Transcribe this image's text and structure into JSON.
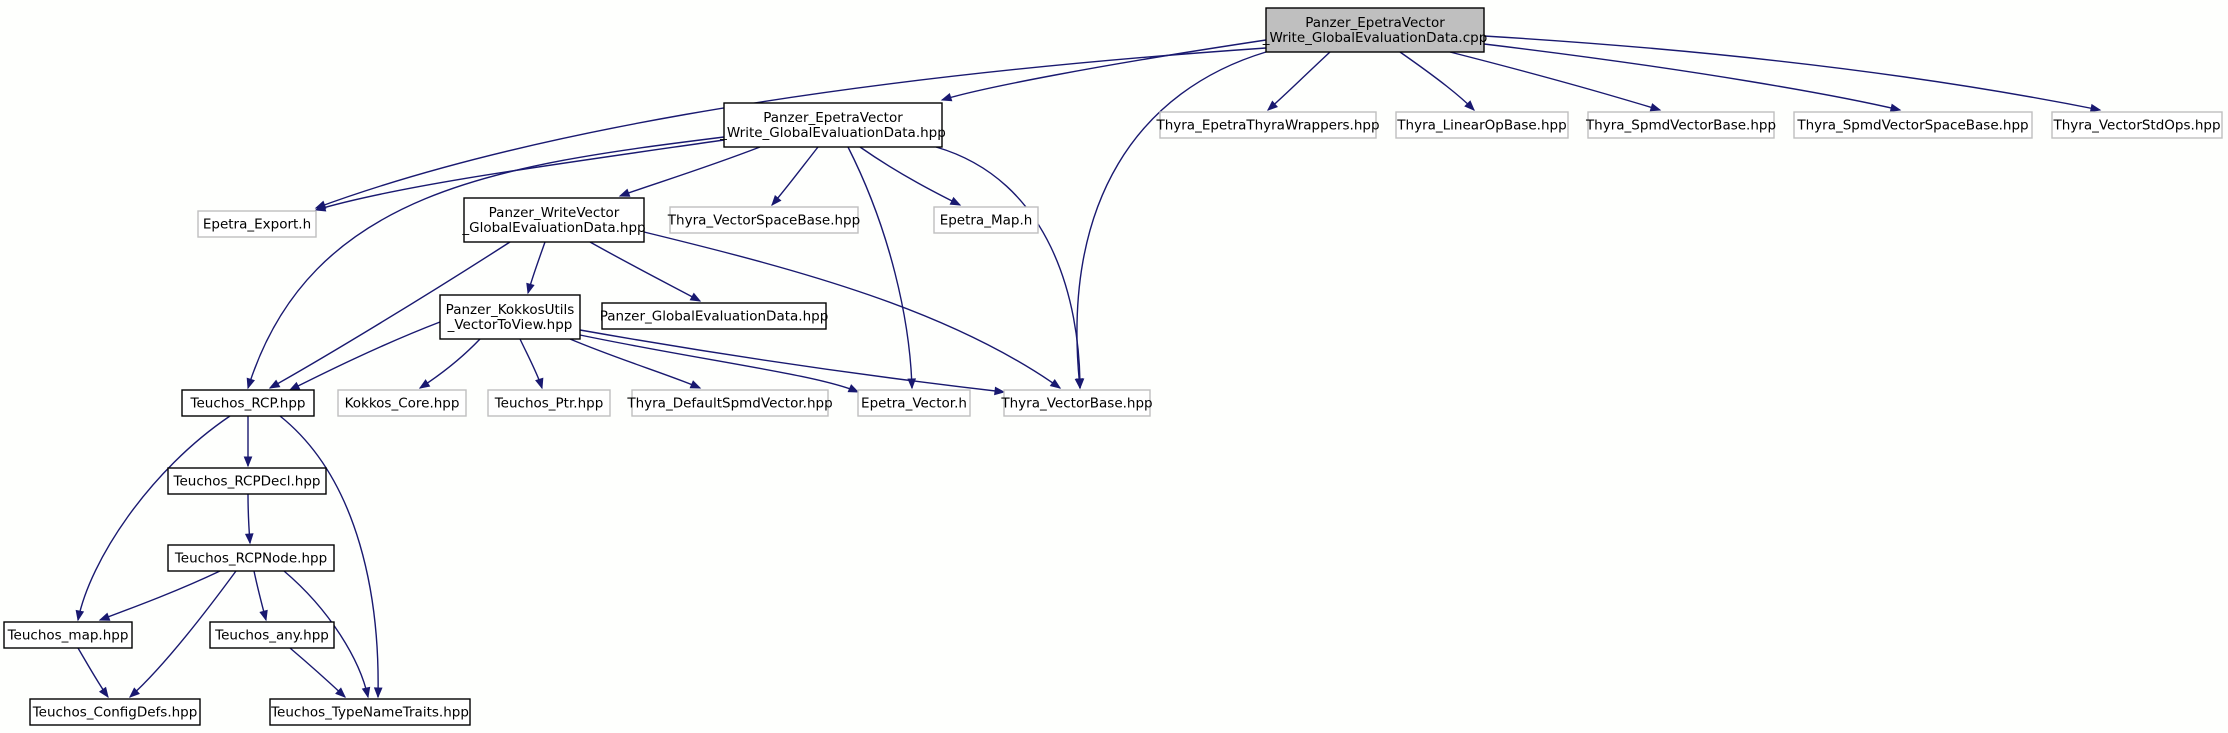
{
  "diagram": {
    "nodes": [
      {
        "id": "root",
        "kind": "root",
        "lines": [
          "Panzer_EpetraVector",
          "_Write_GlobalEvaluationData.cpp"
        ]
      },
      {
        "id": "pevw_hpp",
        "kind": "local",
        "lines": [
          "Panzer_EpetraVector",
          "_Write_GlobalEvaluationData.hpp"
        ]
      },
      {
        "id": "epetra_export",
        "kind": "external",
        "lines": [
          "Epetra_Export.h"
        ]
      },
      {
        "id": "thyra_ewrap",
        "kind": "external",
        "lines": [
          "Thyra_EpetraThyraWrappers.hpp"
        ]
      },
      {
        "id": "thyra_linop",
        "kind": "external",
        "lines": [
          "Thyra_LinearOpBase.hpp"
        ]
      },
      {
        "id": "thyra_spmdvb",
        "kind": "external",
        "lines": [
          "Thyra_SpmdVectorBase.hpp"
        ]
      },
      {
        "id": "thyra_spmdvsb",
        "kind": "external",
        "lines": [
          "Thyra_SpmdVectorSpaceBase.hpp"
        ]
      },
      {
        "id": "thyra_vstdops",
        "kind": "external",
        "lines": [
          "Thyra_VectorStdOps.hpp"
        ]
      },
      {
        "id": "pwv_hpp",
        "kind": "local",
        "lines": [
          "Panzer_WriteVector",
          "_GlobalEvaluationData.hpp"
        ]
      },
      {
        "id": "thyra_vsb",
        "kind": "external",
        "lines": [
          "Thyra_VectorSpaceBase.hpp"
        ]
      },
      {
        "id": "epetra_map",
        "kind": "external",
        "lines": [
          "Epetra_Map.h"
        ]
      },
      {
        "id": "pku_hpp",
        "kind": "local",
        "lines": [
          "Panzer_KokkosUtils",
          "_VectorToView.hpp"
        ]
      },
      {
        "id": "pged_hpp",
        "kind": "local",
        "lines": [
          "Panzer_GlobalEvaluationData.hpp"
        ]
      },
      {
        "id": "teuchos_rcp",
        "kind": "local",
        "lines": [
          "Teuchos_RCP.hpp"
        ]
      },
      {
        "id": "kokkos_core",
        "kind": "external",
        "lines": [
          "Kokkos_Core.hpp"
        ]
      },
      {
        "id": "teuchos_ptr",
        "kind": "external",
        "lines": [
          "Teuchos_Ptr.hpp"
        ]
      },
      {
        "id": "thyra_dspmd",
        "kind": "external",
        "lines": [
          "Thyra_DefaultSpmdVector.hpp"
        ]
      },
      {
        "id": "epetra_vector",
        "kind": "external",
        "lines": [
          "Epetra_Vector.h"
        ]
      },
      {
        "id": "thyra_vb",
        "kind": "external",
        "lines": [
          "Thyra_VectorBase.hpp"
        ]
      },
      {
        "id": "teuchos_rcpdecl",
        "kind": "local",
        "lines": [
          "Teuchos_RCPDecl.hpp"
        ]
      },
      {
        "id": "teuchos_rcpnode",
        "kind": "local",
        "lines": [
          "Teuchos_RCPNode.hpp"
        ]
      },
      {
        "id": "teuchos_map",
        "kind": "local",
        "lines": [
          "Teuchos_map.hpp"
        ]
      },
      {
        "id": "teuchos_any",
        "kind": "local",
        "lines": [
          "Teuchos_any.hpp"
        ]
      },
      {
        "id": "teuchos_configdefs",
        "kind": "local",
        "lines": [
          "Teuchos_ConfigDefs.hpp"
        ]
      },
      {
        "id": "teuchos_tnt",
        "kind": "local",
        "lines": [
          "Teuchos_TypeNameTraits.hpp"
        ]
      }
    ],
    "edges": [
      {
        "from": "root",
        "to": "pevw_hpp"
      },
      {
        "from": "root",
        "to": "epetra_export"
      },
      {
        "from": "root",
        "to": "thyra_vb"
      },
      {
        "from": "root",
        "to": "thyra_ewrap"
      },
      {
        "from": "root",
        "to": "thyra_linop"
      },
      {
        "from": "root",
        "to": "thyra_spmdvb"
      },
      {
        "from": "root",
        "to": "thyra_spmdvsb"
      },
      {
        "from": "root",
        "to": "thyra_vstdops"
      },
      {
        "from": "pevw_hpp",
        "to": "epetra_export"
      },
      {
        "from": "pevw_hpp",
        "to": "teuchos_rcp"
      },
      {
        "from": "pevw_hpp",
        "to": "pwv_hpp"
      },
      {
        "from": "pevw_hpp",
        "to": "thyra_vsb"
      },
      {
        "from": "pevw_hpp",
        "to": "epetra_map"
      },
      {
        "from": "pevw_hpp",
        "to": "epetra_vector"
      },
      {
        "from": "pevw_hpp",
        "to": "thyra_vb"
      },
      {
        "from": "pwv_hpp",
        "to": "pku_hpp"
      },
      {
        "from": "pwv_hpp",
        "to": "pged_hpp"
      },
      {
        "from": "pwv_hpp",
        "to": "teuchos_rcp"
      },
      {
        "from": "pwv_hpp",
        "to": "thyra_vb"
      },
      {
        "from": "pku_hpp",
        "to": "teuchos_rcp"
      },
      {
        "from": "pku_hpp",
        "to": "kokkos_core"
      },
      {
        "from": "pku_hpp",
        "to": "teuchos_ptr"
      },
      {
        "from": "pku_hpp",
        "to": "thyra_dspmd"
      },
      {
        "from": "pku_hpp",
        "to": "epetra_vector"
      },
      {
        "from": "pku_hpp",
        "to": "thyra_vb"
      },
      {
        "from": "teuchos_rcp",
        "to": "teuchos_rcpdecl"
      },
      {
        "from": "teuchos_rcp",
        "to": "teuchos_map"
      },
      {
        "from": "teuchos_rcp",
        "to": "teuchos_tnt"
      },
      {
        "from": "teuchos_rcpdecl",
        "to": "teuchos_rcpnode"
      },
      {
        "from": "teuchos_rcpnode",
        "to": "teuchos_map"
      },
      {
        "from": "teuchos_rcpnode",
        "to": "teuchos_configdefs"
      },
      {
        "from": "teuchos_rcpnode",
        "to": "teuchos_any"
      },
      {
        "from": "teuchos_rcpnode",
        "to": "teuchos_tnt"
      },
      {
        "from": "teuchos_map",
        "to": "teuchos_configdefs"
      },
      {
        "from": "teuchos_any",
        "to": "teuchos_tnt"
      }
    ]
  }
}
